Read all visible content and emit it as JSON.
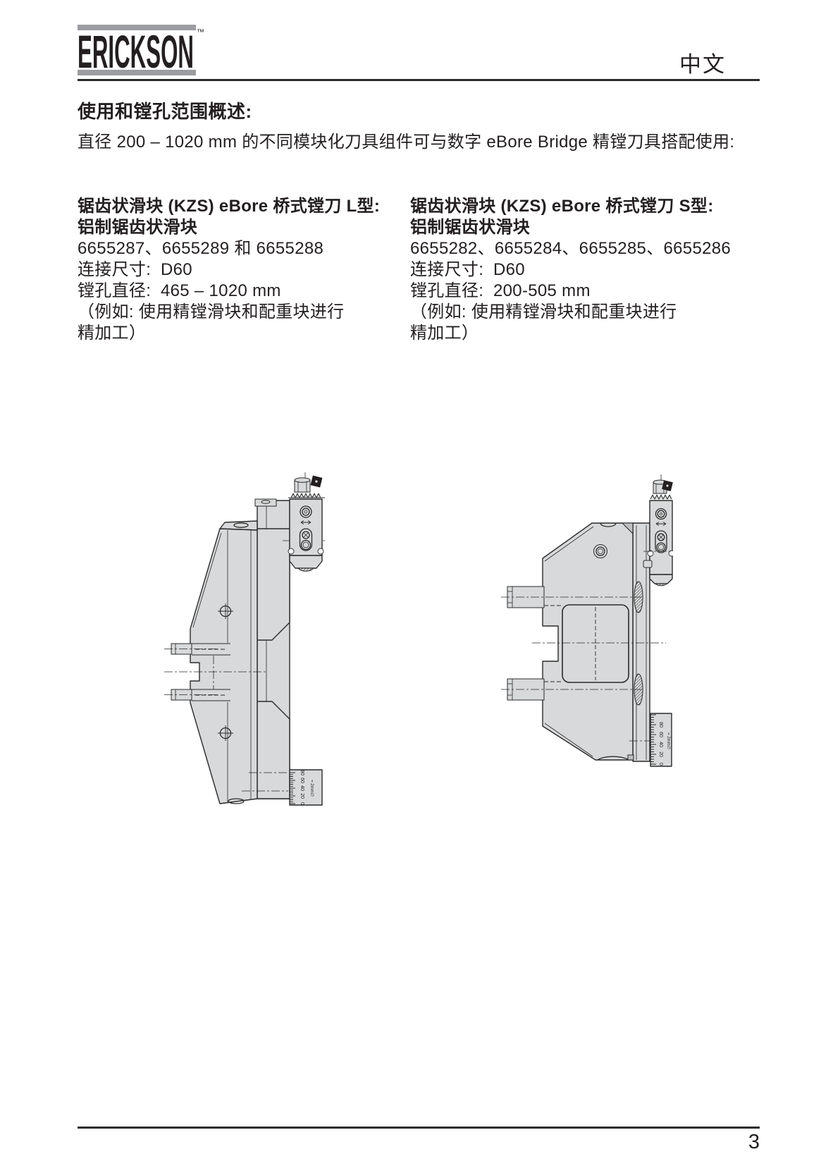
{
  "header": {
    "logo_text": "ERICKSON",
    "logo_trademark": "™",
    "language": "中文"
  },
  "intro": {
    "heading": "使用和镗孔范围概述:",
    "body": "直径 200 – 1020 mm 的不同模块化刀具组件可与数字 eBore Bridge 精镗刀具搭配使用:"
  },
  "products": [
    {
      "title_line1": "锯齿状滑块 (KZS) eBore 桥式镗刀 L型:",
      "title_line2": "铝制锯齿状滑块",
      "part_numbers": "6655287、6655289 和 6655288",
      "connection_label": "连接尺寸:",
      "connection_value": "D60",
      "bore_label": "镗孔直径:",
      "bore_value": "465 – 1020 mm",
      "note_line1": "（例如:  使用精镗滑块和配重块进行",
      "note_line2": "精加工）"
    },
    {
      "title_line1": "锯齿状滑块 (KZS) eBore 桥式镗刀 S型:",
      "title_line2": "铝制锯齿状滑块",
      "part_numbers": "6655282、6655284、6655285、6655286",
      "connection_label": "连接尺寸:",
      "connection_value": "D60",
      "bore_label": "镗孔直径:",
      "bore_value": "200-505 mm",
      "note_line1": "（例如:  使用精镗滑块和配重块进行",
      "note_line2": "精加工）"
    }
  ],
  "figures": {
    "left": {
      "name": "KZS eBore 桥式镗刀 L型 技术图",
      "scale_labels": [
        "80",
        "60",
        "40",
        "20",
        "0"
      ],
      "scale_note": "= 2mm∅"
    },
    "right": {
      "name": "KZS eBore 桥式镗刀 S型 技术图",
      "scale_labels": [
        "80",
        "60",
        "40",
        "20",
        "0"
      ],
      "scale_note": "= 2mm∅"
    }
  },
  "footer": {
    "page_number": "3"
  },
  "colors": {
    "ink": "#231f20",
    "rule": "#2a2a2a",
    "logo_gray": "#9b9da0",
    "draw_line": "#2a2a2a",
    "draw_fill": "#d8d9da"
  }
}
